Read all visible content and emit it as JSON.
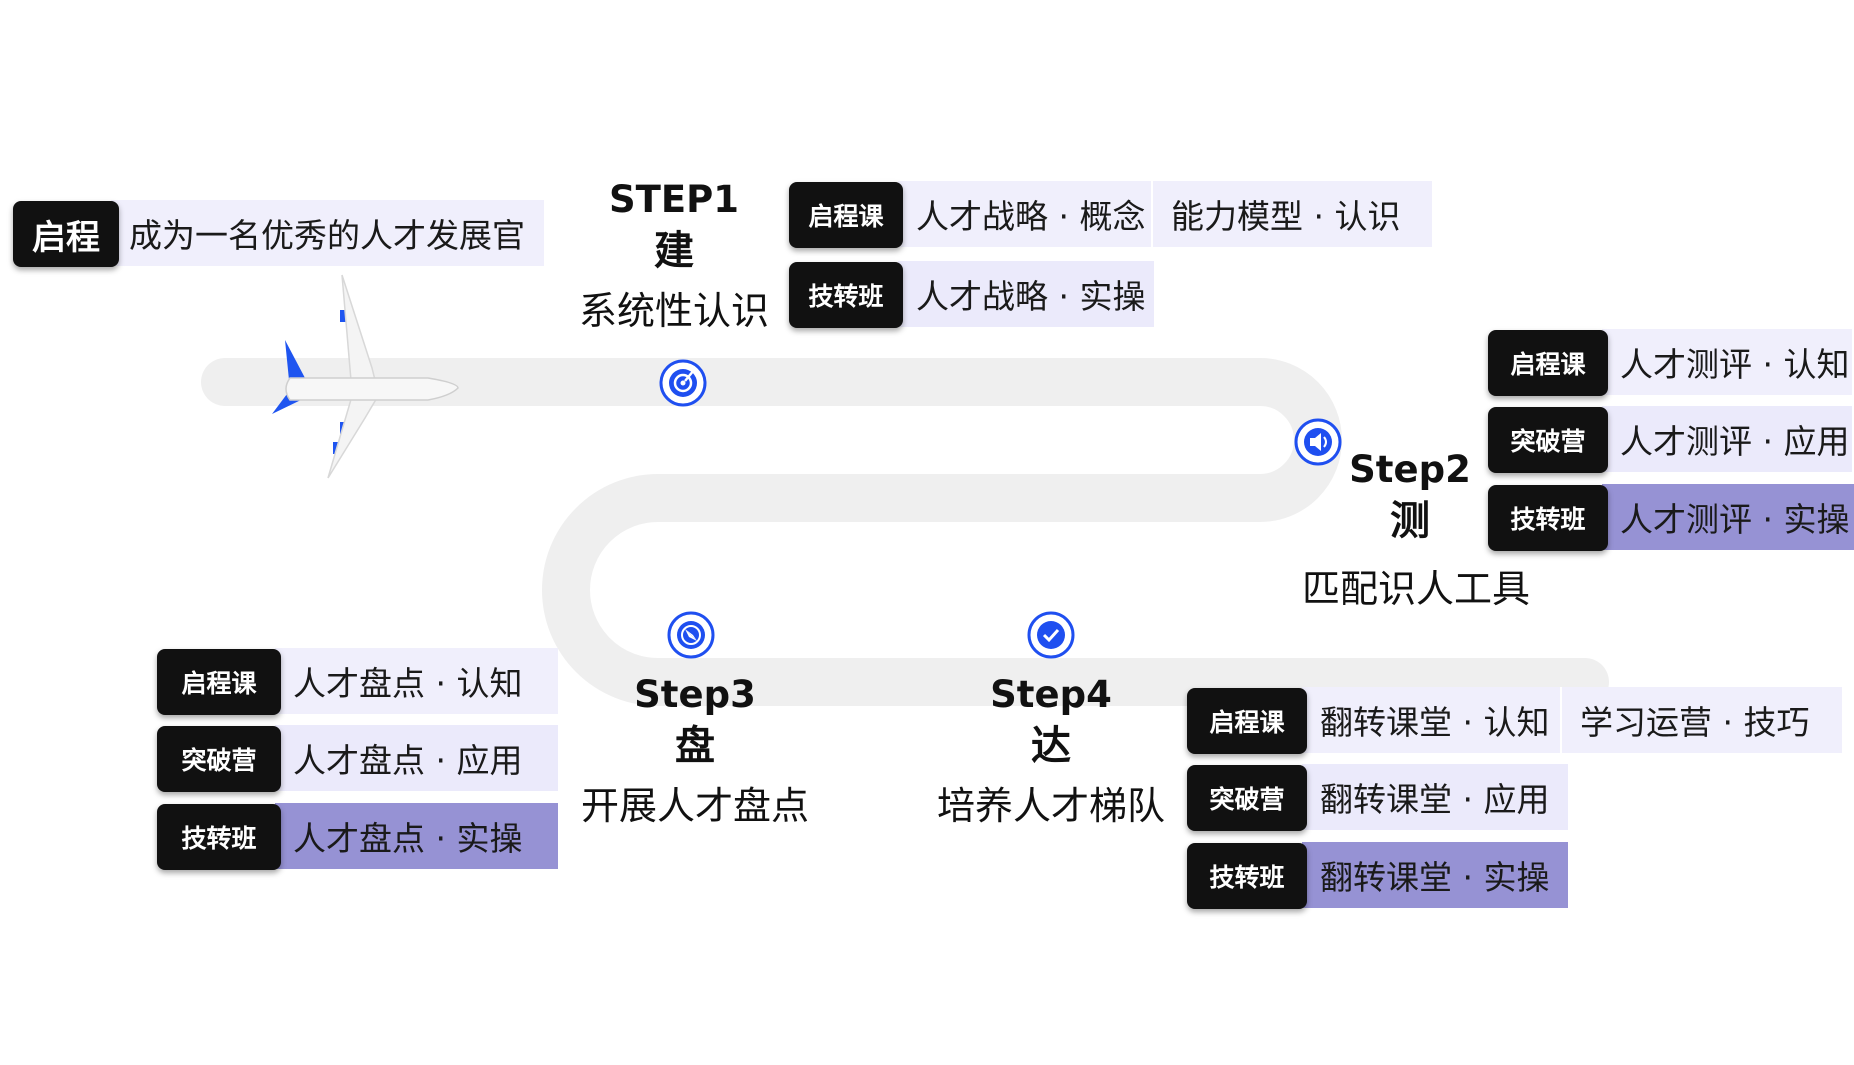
{
  "start": {
    "tag": "启程",
    "text": "成为一名优秀的人才发展官"
  },
  "steps": [
    {
      "en": "STEP1",
      "cn": "建",
      "sub": "系统性认识",
      "icon": "target-icon",
      "rows": [
        {
          "tag": "启程课",
          "cells": [
            "人才战略 · 概念",
            "能力模型 · 认识"
          ]
        },
        {
          "tag": "技转班",
          "cells": [
            "人才战略 · 实操"
          ]
        }
      ]
    },
    {
      "en": "Step2",
      "cn": "测",
      "sub": "匹配识人工具",
      "icon": "speaker-icon",
      "rows": [
        {
          "tag": "启程课",
          "cells": [
            "人才测评 · 认知"
          ]
        },
        {
          "tag": "突破营",
          "cells": [
            "人才测评 · 应用"
          ]
        },
        {
          "tag": "技转班",
          "cells": [
            "人才测评 · 实操"
          ]
        }
      ]
    },
    {
      "en": "Step3",
      "cn": "盘",
      "sub": "开展人才盘点",
      "icon": "compass-icon",
      "rows": [
        {
          "tag": "启程课",
          "cells": [
            "人才盘点 · 认知"
          ]
        },
        {
          "tag": "突破营",
          "cells": [
            "人才盘点 · 应用"
          ]
        },
        {
          "tag": "技转班",
          "cells": [
            "人才盘点 · 实操"
          ]
        }
      ]
    },
    {
      "en": "Step4",
      "cn": "达",
      "sub": "培养人才梯队",
      "icon": "check-circle-icon",
      "rows": [
        {
          "tag": "启程课",
          "cells": [
            "翻转课堂 · 认知",
            "学习运营 · 技巧"
          ]
        },
        {
          "tag": "突破营",
          "cells": [
            "翻转课堂 · 应用"
          ]
        },
        {
          "tag": "技转班",
          "cells": [
            "翻转课堂 · 实操"
          ]
        }
      ]
    }
  ],
  "colors": {
    "path": "#efefef",
    "tag_bg": "#111111",
    "cell_light": "#ebeafb",
    "cell_dark": "#9692d4",
    "accent_blue": "#1f4ff0",
    "plane_tail": "#1f55f0"
  },
  "decorations": {
    "plane": "airplane-icon"
  }
}
